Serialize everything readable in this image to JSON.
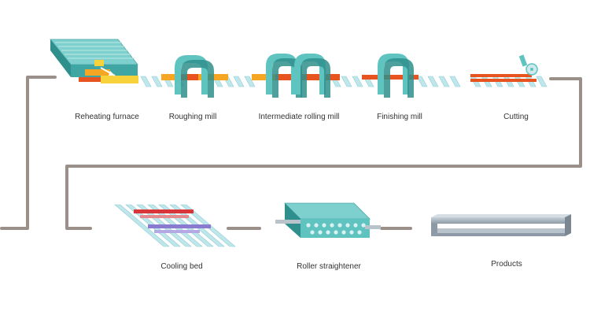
{
  "diagram": {
    "steps": [
      {
        "id": "reheating-furnace",
        "label": "Reheating furnace"
      },
      {
        "id": "roughing-mill",
        "label": "Roughing mill"
      },
      {
        "id": "intermediate-rolling-mill",
        "label": "Intermediate rolling mill"
      },
      {
        "id": "finishing-mill",
        "label": "Finishing mill"
      },
      {
        "id": "cutting",
        "label": "Cutting"
      },
      {
        "id": "cooling-bed",
        "label": "Cooling bed"
      },
      {
        "id": "roller-straightener",
        "label": "Roller straightener"
      },
      {
        "id": "products",
        "label": "Products"
      }
    ]
  },
  "colors": {
    "flow_line": "#9b8f8a",
    "machine_teal": "#5fc3c0",
    "machine_dark": "#2f8f8c",
    "roller": "#bfe6ea",
    "hot_bar": "#e8541f",
    "warm_bar": "#f5a623",
    "yellow": "#f7d23a",
    "red_bar": "#d9363b",
    "purple_bar": "#8a7bd0",
    "product_steel": "#a9b5bf"
  }
}
